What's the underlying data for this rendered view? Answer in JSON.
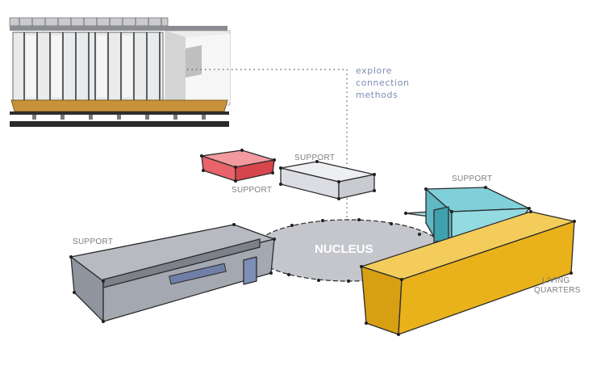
{
  "labels": {
    "support_red": "SUPPORT",
    "support_clear": "SUPPORT",
    "support_cyan": "SUPPORT",
    "support_grey": "SUPPORT",
    "nucleus": "NUCLEUS",
    "living_line1": "LIVING",
    "living_line2": "QUARTERS"
  },
  "note": {
    "line1": "explore",
    "line2": "connection",
    "line3": "methods"
  },
  "colors": {
    "red_volume": "#e8646a",
    "clear_volume": "#dcdde2",
    "cyan_volume": "#6cc6cf",
    "grey_volume": "#8f949e",
    "nucleus_disc": "#c4c6cc",
    "living_volume": "#e9b21b",
    "note_text": "#7f8cb4"
  }
}
